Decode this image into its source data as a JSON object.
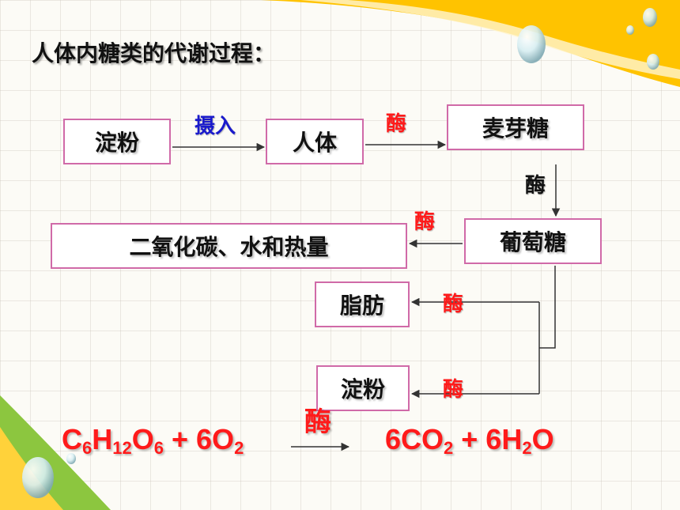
{
  "title": "人体内糖类的代谢过程：",
  "boxes": {
    "starch_source": "淀粉",
    "body": "人体",
    "maltose": "麦芽糖",
    "glucose": "葡萄糖",
    "products": "二氧化碳、水和热量",
    "fat": "脂肪",
    "starch_stored": "淀粉"
  },
  "arrow_labels": {
    "intake": "摄入",
    "enzyme_to_maltose": "酶",
    "enzyme_to_glucose": "酶",
    "enzyme_to_products": "酶",
    "enzyme_to_fat": "酶",
    "enzyme_to_starch": "酶"
  },
  "equation": {
    "reactant_c": "C",
    "c_count": "6",
    "reactant_h": "H",
    "h_count": "12",
    "reactant_o": "O",
    "o_count": "6",
    "plus_1": " + 6O",
    "o2_count": "2",
    "enzyme": "酶",
    "product_co": "6CO",
    "co2_count": "2",
    "plus_2": " + 6H",
    "h2_count": "2",
    "water_o": "O"
  },
  "colors": {
    "box_border": "#d06aa8",
    "enzyme_red": "#ff1a1a",
    "intake_blue": "#1a1acc",
    "accent_yellow": "#ffc300",
    "accent_green": "#8cc63f"
  }
}
